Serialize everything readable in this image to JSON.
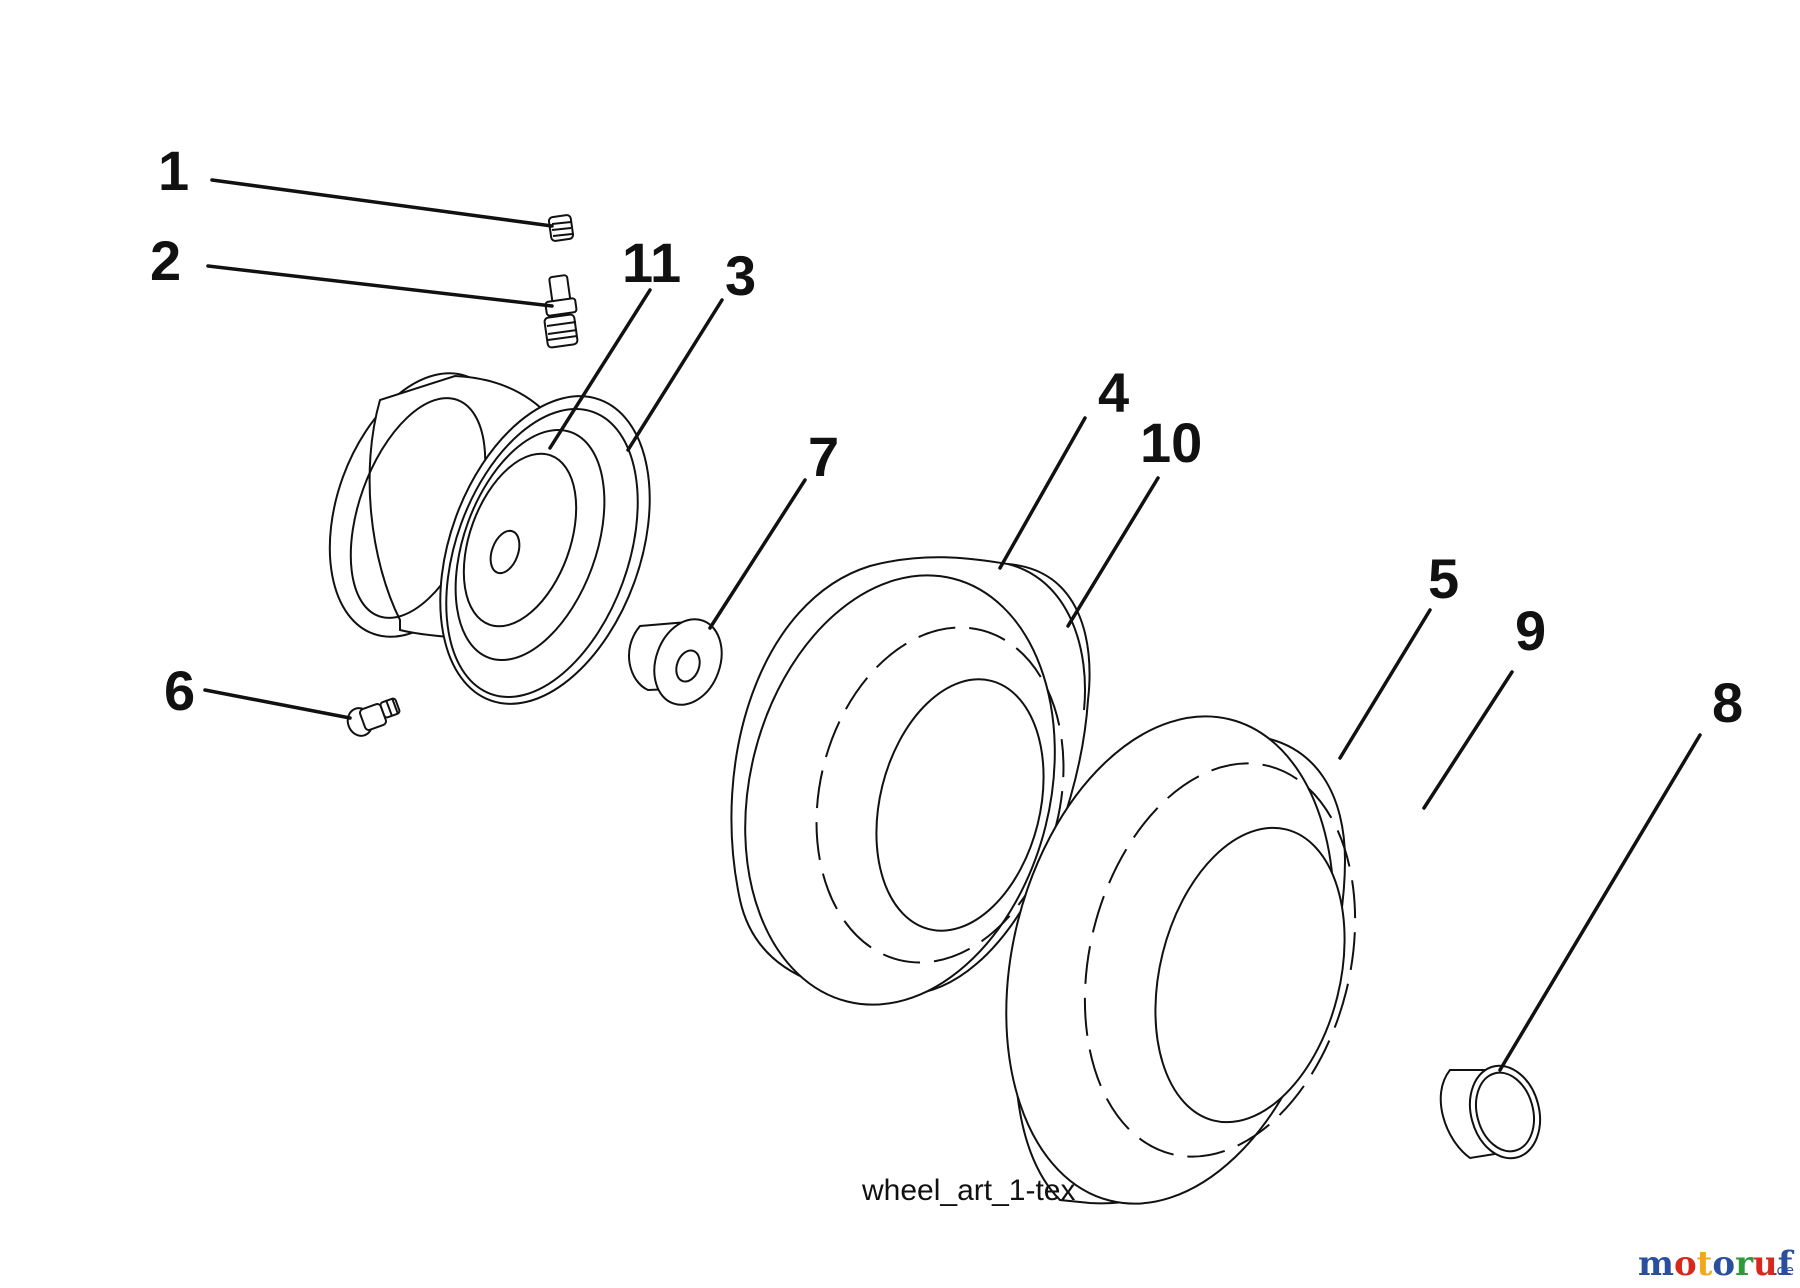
{
  "callouts": [
    {
      "id": "1",
      "label": "1"
    },
    {
      "id": "2",
      "label": "2"
    },
    {
      "id": "3",
      "label": "3"
    },
    {
      "id": "4",
      "label": "4"
    },
    {
      "id": "5",
      "label": "5"
    },
    {
      "id": "6",
      "label": "6"
    },
    {
      "id": "7",
      "label": "7"
    },
    {
      "id": "8",
      "label": "8"
    },
    {
      "id": "9",
      "label": "9"
    },
    {
      "id": "10",
      "label": "10"
    },
    {
      "id": "11",
      "label": "11"
    }
  ],
  "caption": "wheel_art_1-tex",
  "watermark": {
    "text": "motoruf",
    "suffix": ".de",
    "colors": [
      "#2a4f9e",
      "#d8281e",
      "#f2a81c",
      "#2a4f9e",
      "#2e9a3a",
      "#d8281e",
      "#2a4f9e"
    ]
  }
}
